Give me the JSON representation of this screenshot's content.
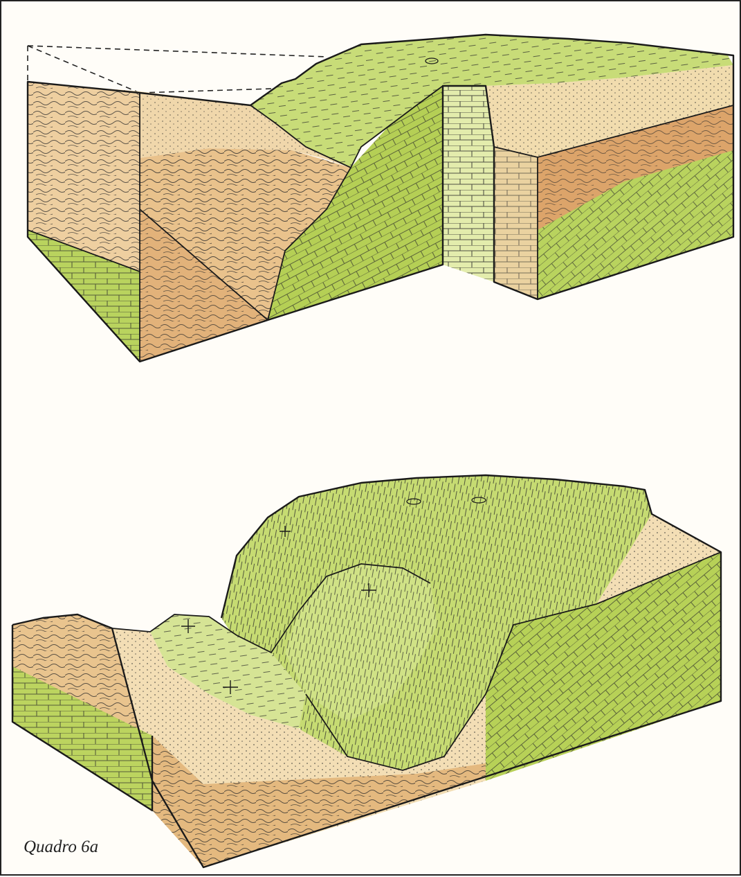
{
  "figure": {
    "caption": "Quadro 6a",
    "blocks": [
      "upper-block-diagram",
      "lower-block-diagram"
    ]
  },
  "colors": {
    "limestone_green": "#b9d35e",
    "limestone_light": "#d9e79a",
    "sandstone_orange": "#dca46a",
    "sandstone_light": "#f2d9b0",
    "line": "#1f1f1f",
    "paper": "#fffdf8"
  }
}
